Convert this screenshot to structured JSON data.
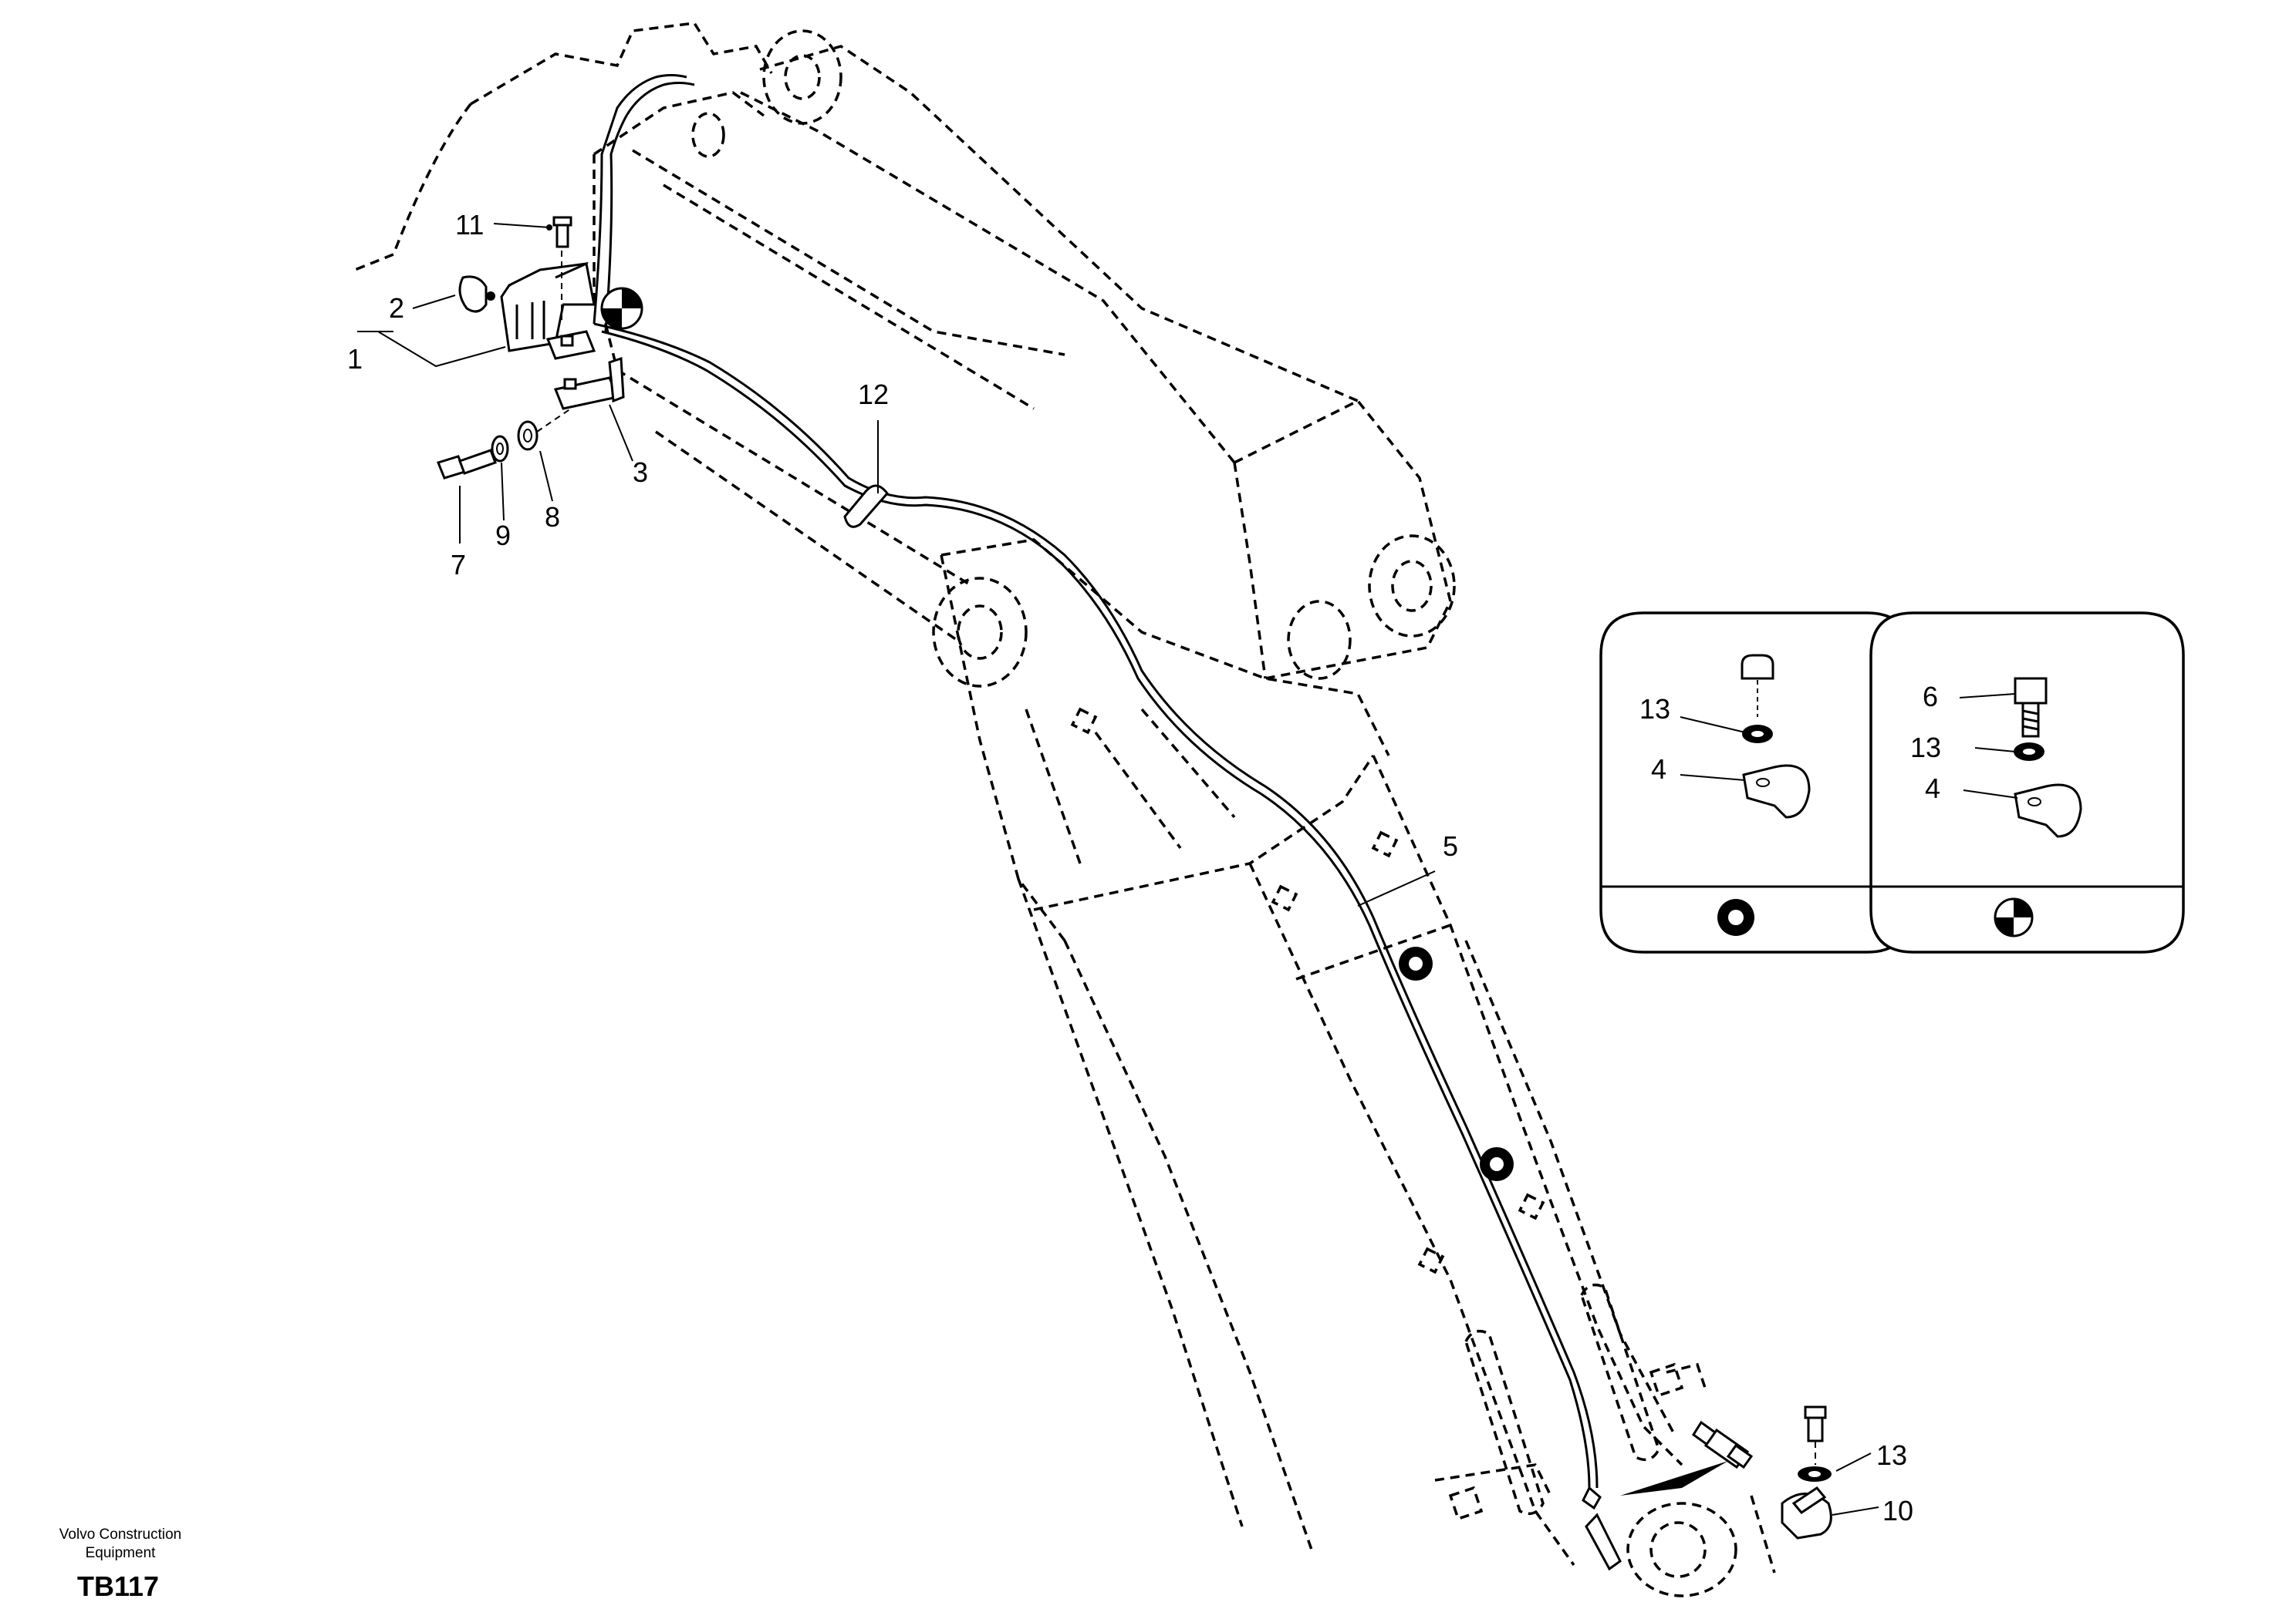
{
  "callouts": {
    "c1": "1",
    "c2": "2",
    "c3": "3",
    "c5": "5",
    "c7": "7",
    "c8": "8",
    "c9": "9",
    "c10": "10",
    "c11": "11",
    "c12": "12",
    "c13": "13"
  },
  "detail_left": {
    "c13": "13",
    "c4": "4"
  },
  "detail_right": {
    "c6": "6",
    "c13": "13",
    "c4": "4"
  },
  "footer": {
    "brand_line1": "Volvo Construction",
    "brand_line2": "Equipment",
    "code": "TB117"
  }
}
